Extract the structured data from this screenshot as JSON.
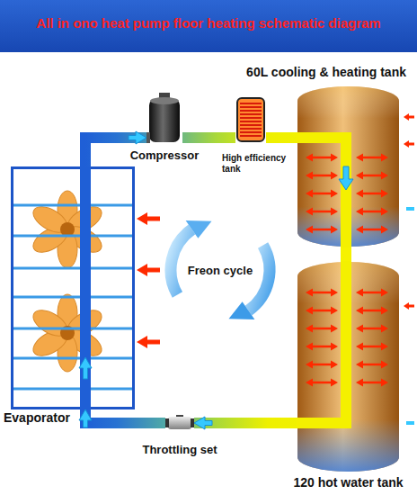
{
  "diagram": {
    "title": "All in ono heat pump floor heating schematic diagram",
    "nodes": [
      {
        "text": [
          "60L cooling & heating tank"
        ]
      },
      {
        "text": [
          "Compressor"
        ]
      },
      {
        "text": [
          "High efficiency tank"
        ]
      },
      {
        "text": [
          "Evaporator"
        ]
      },
      {
        "text": [
          "Throttling set"
        ]
      },
      {
        "text": [
          "120 hot water tank"
        ]
      }
    ],
    "edges": [
      {
        "from": 3,
        "to": 1,
        "arrow": "to"
      },
      {
        "from": 1,
        "to": 2,
        "arrow": "none"
      },
      {
        "from": 2,
        "to": 0,
        "arrow": "none"
      },
      {
        "from": 0,
        "to": 5,
        "arrow": "none"
      },
      {
        "from": 5,
        "to": 4,
        "arrow": "to"
      },
      {
        "from": 4,
        "to": 3,
        "arrow": "to"
      }
    ],
    "labels": [
      "Freon cycle"
    ]
  }
}
